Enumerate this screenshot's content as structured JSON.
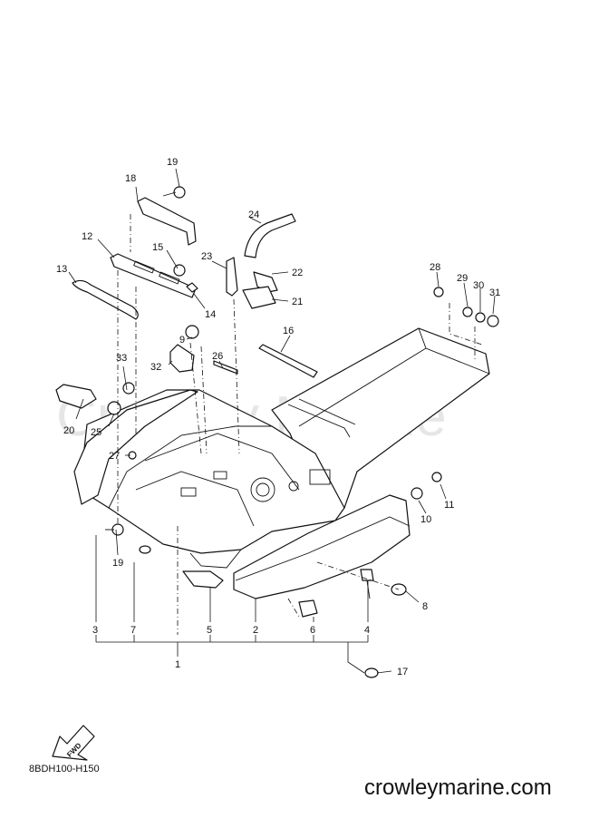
{
  "watermark": "Crowley Marine",
  "diagram_code": "8BDH100-H150",
  "site": "crowleymarine.com",
  "fwd_label": "FWD",
  "callouts": [
    "1",
    "2",
    "3",
    "4",
    "5",
    "6",
    "7",
    "8",
    "9",
    "10",
    "11",
    "12",
    "13",
    "14",
    "15",
    "16",
    "17",
    "19",
    "19",
    "20",
    "21",
    "22",
    "23",
    "24",
    "25",
    "26",
    "27",
    "28",
    "29",
    "30",
    "31",
    "32",
    "33",
    "18"
  ]
}
